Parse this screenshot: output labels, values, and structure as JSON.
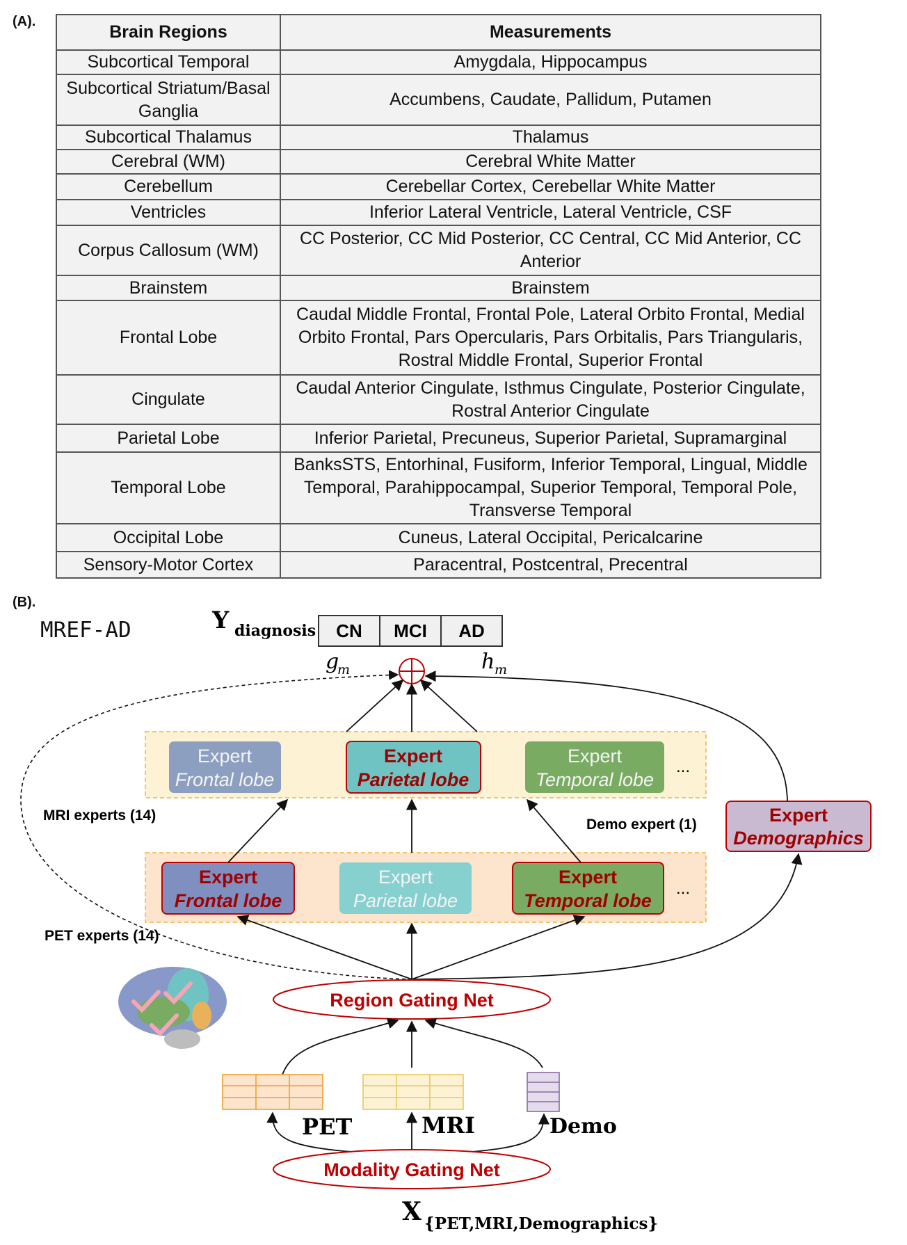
{
  "panel_a_label": "(A).",
  "panel_b_label": "(B).",
  "table": {
    "headers": [
      "Brain Regions",
      "Measurements"
    ],
    "rows": [
      {
        "region": "Subcortical Temporal",
        "measurements": "Amygdala, Hippocampus"
      },
      {
        "region": "Subcortical Striatum/Basal Ganglia",
        "measurements": "Accumbens, Caudate, Pallidum, Putamen"
      },
      {
        "region": "Subcortical Thalamus",
        "measurements": "Thalamus"
      },
      {
        "region": "Cerebral (WM)",
        "measurements": "Cerebral White Matter"
      },
      {
        "region": "Cerebellum",
        "measurements": "Cerebellar Cortex, Cerebellar White Matter"
      },
      {
        "region": "Ventricles",
        "measurements": "Inferior Lateral Ventricle, Lateral Ventricle, CSF"
      },
      {
        "region": "Corpus Callosum (WM)",
        "measurements": "CC Posterior, CC Mid Posterior, CC Central, CC Mid Anterior, CC Anterior"
      },
      {
        "region": "Brainstem",
        "measurements": "Brainstem"
      },
      {
        "region": "Frontal Lobe",
        "measurements": "Caudal Middle Frontal, Frontal Pole, Lateral Orbito Frontal, Medial Orbito Frontal, Pars Opercularis, Pars Orbitalis, Pars Triangularis, Rostral Middle Frontal, Superior Frontal"
      },
      {
        "region": "Cingulate",
        "measurements": "Caudal Anterior Cingulate, Isthmus Cingulate, Posterior Cingulate, Rostral Anterior Cingulate"
      },
      {
        "region": "Parietal Lobe",
        "measurements": "Inferior Parietal, Precuneus, Superior Parietal, Supramarginal"
      },
      {
        "region": "Temporal Lobe",
        "measurements": "BanksSTS, Entorhinal, Fusiform, Inferior Temporal, Lingual, Middle Temporal, Parahippocampal, Superior Temporal, Temporal Pole, Transverse Temporal"
      },
      {
        "region": "Occipital Lobe",
        "measurements": "Cuneus, Lateral Occipital, Pericalcarine"
      },
      {
        "region": "Sensory-Motor Cortex",
        "measurements": "Paracentral, Postcentral, Precentral"
      }
    ]
  },
  "diagram": {
    "model_name": "MREF-AD",
    "y_main": "Y",
    "y_sub": "diagnosis",
    "classes": [
      "CN",
      "MCI",
      "AD"
    ],
    "g_main": "g",
    "g_sub": "m",
    "h_main": "h",
    "h_sub": "m",
    "combine_symbol": "⊕",
    "mri_experts_label": "MRI experts (14)",
    "pet_experts_label": "PET experts (14)",
    "demo_expert_label": "Demo expert (1)",
    "mri_experts": [
      {
        "title": "Expert",
        "region": "Frontal lobe",
        "active": false
      },
      {
        "title": "Expert",
        "region": "Parietal lobe",
        "active": true
      },
      {
        "title": "Expert",
        "region": "Temporal lobe",
        "active": false
      }
    ],
    "pet_experts": [
      {
        "title": "Expert",
        "region": "Frontal lobe",
        "active": true
      },
      {
        "title": "Expert",
        "region": "Parietal lobe",
        "active": false
      },
      {
        "title": "Expert",
        "region": "Temporal lobe",
        "active": true
      }
    ],
    "ellipsis": "...",
    "demo_expert": {
      "title": "Expert",
      "region": "Demographics"
    },
    "region_gating": "Region Gating Net",
    "modality_gating": "Modality Gating Net",
    "modalities": [
      "PET",
      "MRI",
      "Demo"
    ],
    "x_main": "X",
    "x_sub": "{PET,MRI,Demographics}",
    "colors": {
      "accent_red": "#c00000",
      "mri_frontal": "#8d9fc0",
      "mri_parietal": "#6fc3c3",
      "mri_temporal": "#7aab62",
      "pet_frontal": "#7e8fc0",
      "pet_parietal": "#86d0cf",
      "pet_temporal": "#7aab62",
      "demo": "#c9b9d1",
      "mri_band": "#fdf3d4",
      "pet_band": "#fde4cc"
    }
  }
}
